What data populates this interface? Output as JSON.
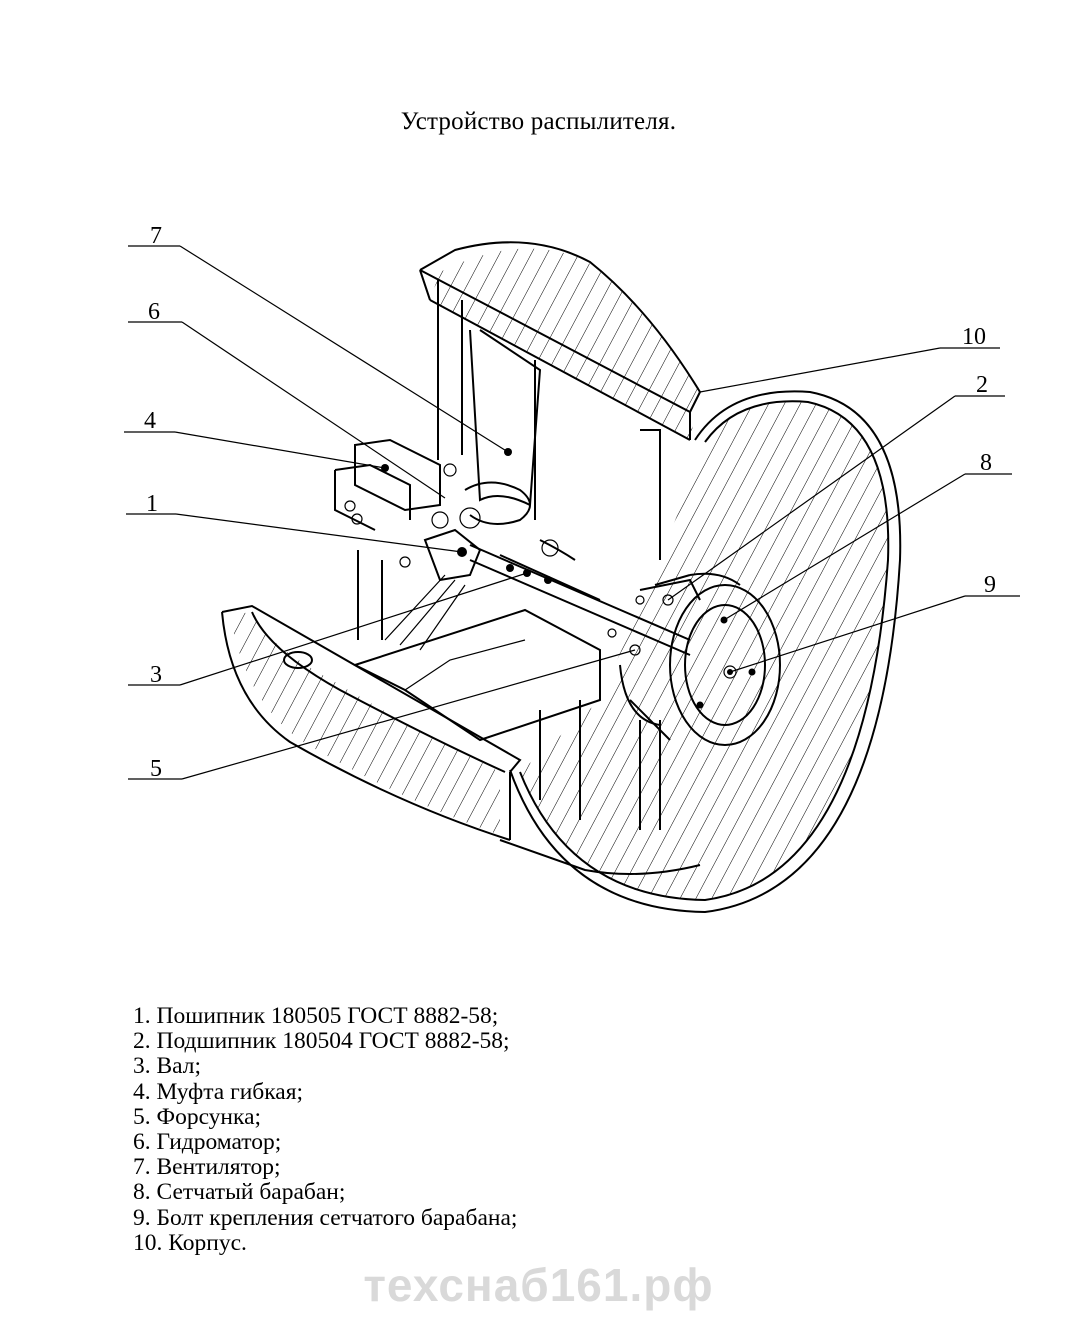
{
  "title": "Устройство распылителя.",
  "callouts": [
    {
      "id": "c1",
      "label": "1"
    },
    {
      "id": "c2",
      "label": "2"
    },
    {
      "id": "c3",
      "label": "3"
    },
    {
      "id": "c4",
      "label": "4"
    },
    {
      "id": "c5",
      "label": "5"
    },
    {
      "id": "c6",
      "label": "6"
    },
    {
      "id": "c7",
      "label": "7"
    },
    {
      "id": "c8",
      "label": "8"
    },
    {
      "id": "c9",
      "label": "9"
    },
    {
      "id": "c10",
      "label": "10"
    }
  ],
  "legend": [
    "1. Пошипник 180505 ГОСТ 8882-58;",
    "2. Подшипник 180504 ГОСТ 8882-58;",
    "3. Вал;",
    "4. Муфта гибкая;",
    "5. Форсунка;",
    "6. Гидроматор;",
    "7. Вентилятор;",
    "8. Сетчатый барабан;",
    "9. Болт крепления сетчатого барабана;",
    "10. Корпус."
  ],
  "watermark": "техснаб161.рф"
}
